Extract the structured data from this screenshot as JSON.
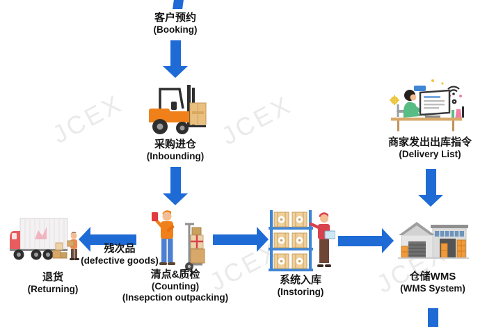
{
  "background": "#ffffff",
  "colors": {
    "arrow_blue": "#1e6bd6",
    "label_text": "#141414",
    "watermark_gray": "#eaeaea",
    "forklift_orange": "#f08019",
    "truck_cab_red": "#e85c5e",
    "shelf_blue": "#3f85d6",
    "box_tan": "#d8a86a",
    "warehouse_gray": "#dcdcdc",
    "shirt_green": "#57bd84"
  },
  "watermark": {
    "text": "JCEX"
  },
  "flow": {
    "booking": {
      "zh": "客户预约",
      "en": "(Booking)"
    },
    "inbounding": {
      "zh": "采购进仓",
      "en": "(Inbounding)"
    },
    "counting": {
      "zh": "清点&质检",
      "en": "(Counting)",
      "en2": "(Insepction outpacking)"
    },
    "defective_goods": {
      "zh": "残次品",
      "en": "(defective goods)"
    },
    "returning": {
      "zh": "退货",
      "en": "(Returning)"
    },
    "instoring": {
      "zh": "系统入库",
      "en": "(Instoring)"
    },
    "wms_system": {
      "zh": "仓储WMS",
      "en": "(WMS System)"
    },
    "delivery_list": {
      "zh": "商家发出出库指令",
      "en": "(Delivery List)"
    }
  },
  "icons": [
    "forklift-icon",
    "worker-handtruck-icon",
    "truck-loading-icon",
    "pallet-shelf-icon",
    "warehouse-icon",
    "merchant-desk-icon"
  ]
}
